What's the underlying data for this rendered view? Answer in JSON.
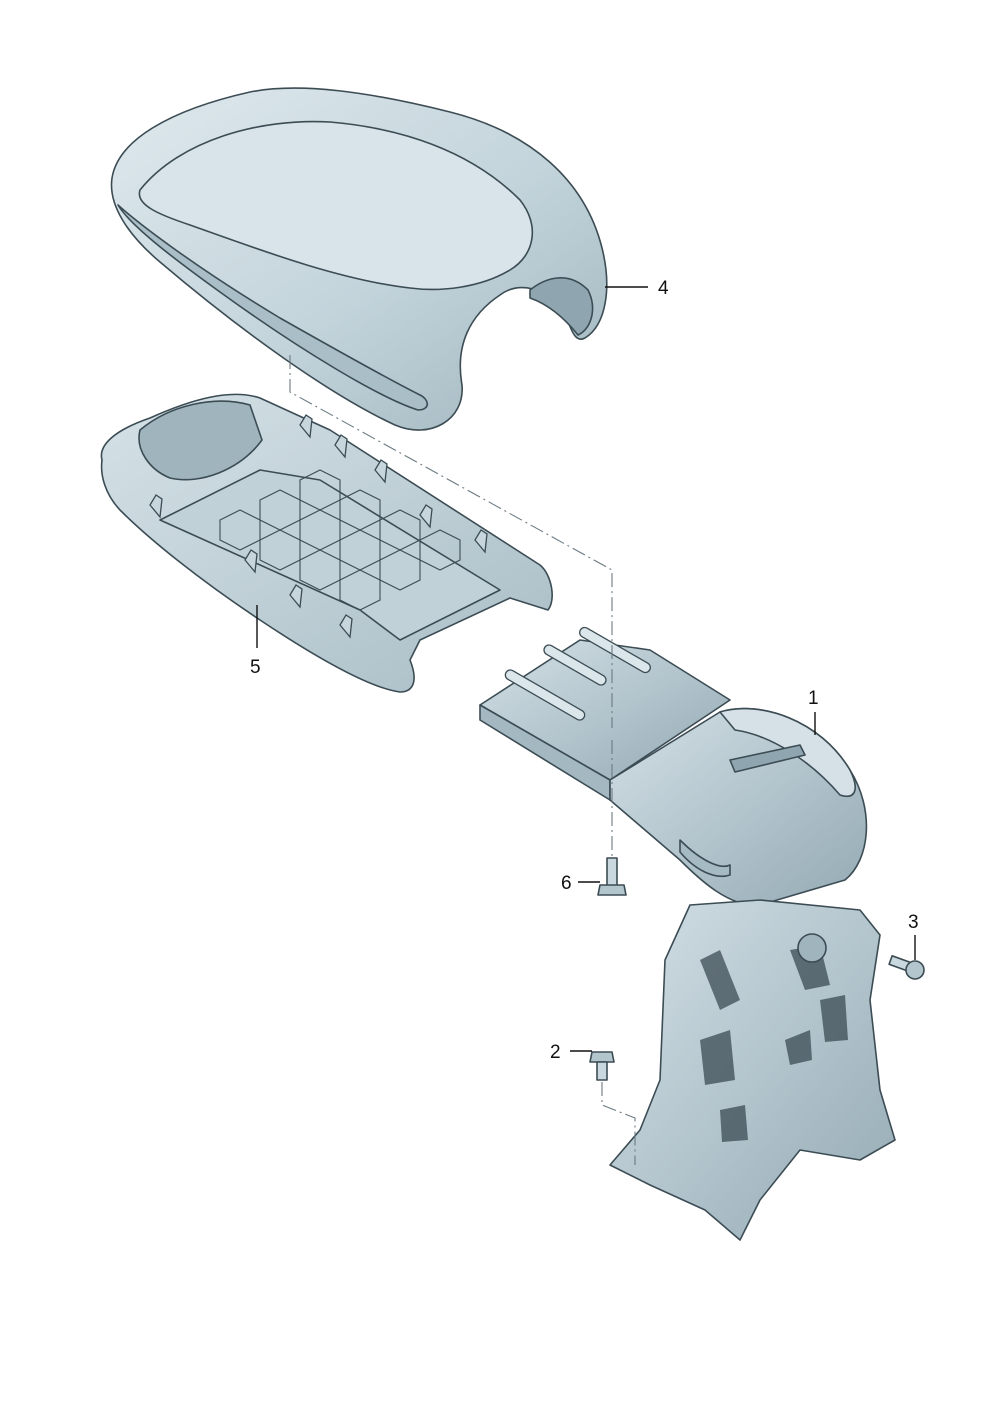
{
  "callouts": {
    "c1": "1",
    "c2": "2",
    "c3": "3",
    "c4": "4",
    "c5": "5",
    "c6": "6"
  },
  "colors": {
    "part_fill_light": "#cfdde3",
    "part_fill_mid": "#b3c6ce",
    "part_fill_dark": "#8fa6b0",
    "outline": "#3c4c54"
  }
}
